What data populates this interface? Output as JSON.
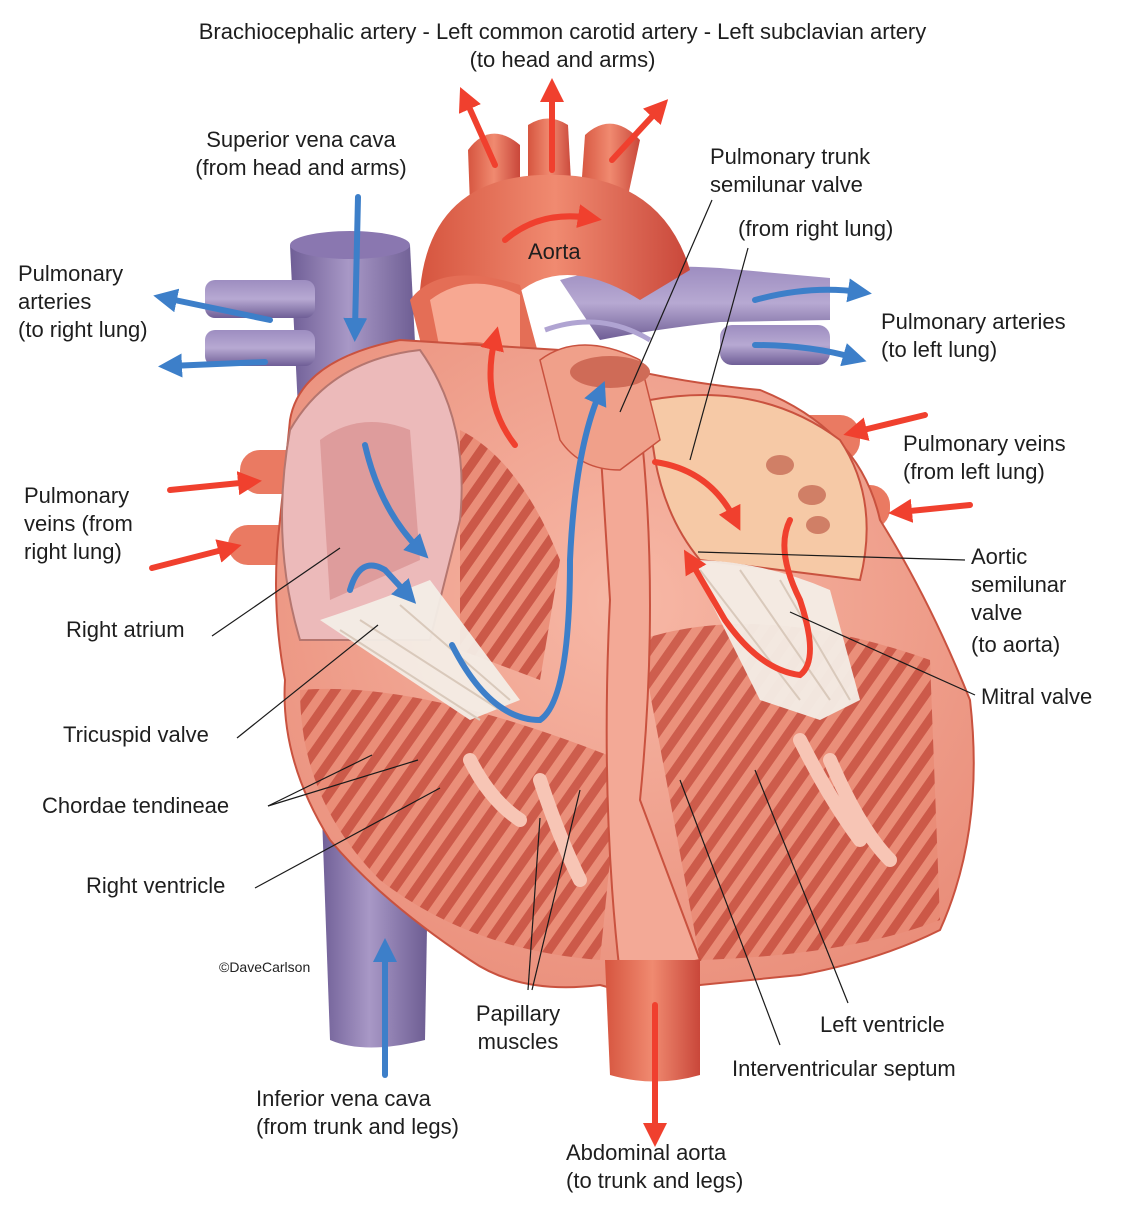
{
  "labels": {
    "top_arteries": "Brachiocephalic artery - Left common carotid artery - Left subclavian artery",
    "top_arteries_sub": "(to head and arms)",
    "svc_1": "Superior vena cava",
    "svc_2": "(from head and arms)",
    "pulm_trunk_1": "Pulmonary trunk",
    "pulm_trunk_2": "semilunar valve",
    "from_right_lung": "(from right lung)",
    "aorta": "Aorta",
    "pa_right_1": "Pulmonary",
    "pa_right_2": "arteries",
    "pa_right_3": "(to right lung)",
    "pa_left_1": "Pulmonary arteries",
    "pa_left_2": "(to left lung)",
    "pv_left_1": "Pulmonary veins",
    "pv_left_2": "(from left lung)",
    "pv_right_1": "Pulmonary",
    "pv_right_2": "veins (from",
    "pv_right_3": "right lung)",
    "aortic_valve_1": "Aortic",
    "aortic_valve_2": "semilunar",
    "aortic_valve_3": "valve",
    "aortic_valve_4": "(to aorta)",
    "right_atrium": "Right atrium",
    "mitral_valve": "Mitral valve",
    "tricuspid_valve": "Tricuspid valve",
    "chordae": "Chordae tendineae",
    "right_ventricle": "Right ventricle",
    "copyright": "©DaveCarlson",
    "papillary_1": "Papillary",
    "papillary_2": "muscles",
    "left_ventricle": "Left ventricle",
    "septum": "Interventricular septum",
    "ivc_1": "Inferior vena cava",
    "ivc_2": "(from trunk and legs)",
    "abd_aorta_1": "Abdominal aorta",
    "abd_aorta_2": "(to trunk and legs)"
  },
  "colors": {
    "oxygenated_flow": "#f0402e",
    "deoxygenated_flow": "#3d7fc9",
    "vein_purple": "#8e7bb0",
    "muscle": "#f0a592",
    "muscle_dark": "#c9523f",
    "valve_white": "#f3ede6",
    "leader_line": "#1a1a1a"
  }
}
